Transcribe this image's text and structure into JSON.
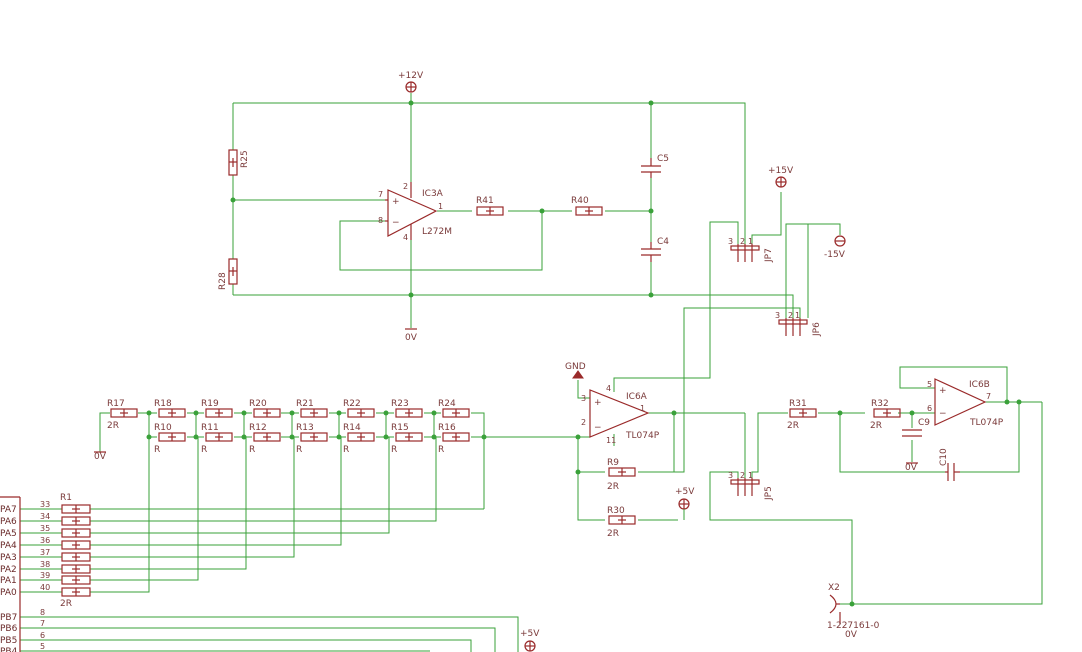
{
  "supplies": {
    "p12": "+12V",
    "p15": "+15V",
    "m15": "-15V",
    "p5a": "+5V",
    "p5b": "+5V",
    "gnd": "GND",
    "v0": "0V"
  },
  "ic3a": {
    "name": "IC3A",
    "value": "L272M",
    "pins": [
      "7",
      "8",
      "4",
      "2",
      "1"
    ]
  },
  "ic6a": {
    "name": "IC6A",
    "value": "TL074P",
    "pins": [
      "3",
      "2",
      "4",
      "11",
      "1"
    ]
  },
  "ic6b": {
    "name": "IC6B",
    "value": "TL074P",
    "pins": [
      "5",
      "6",
      "7"
    ]
  },
  "caps": {
    "c5": "C5",
    "c4": "C4",
    "c9": "C9",
    "c10": "C10"
  },
  "jumpers": {
    "jp7": "JP7",
    "jp6": "JP6",
    "jp5": "JP5",
    "pins": [
      "3",
      "2",
      "1"
    ]
  },
  "resistors": {
    "r25": "R25",
    "r28": "R28",
    "r41": "R41",
    "r40": "R40",
    "r9": "R9",
    "r9v": "2R",
    "r30": "R30",
    "r30v": "2R",
    "r31": "R31",
    "r31v": "2R",
    "r32": "R32",
    "r32v": "2R",
    "r17": "R17",
    "r17v": "2R",
    "r1": "R1",
    "r1v": "2R",
    "top": [
      "R18",
      "R19",
      "R20",
      "R21",
      "R22",
      "R23",
      "R24"
    ],
    "bot": [
      "R10",
      "R11",
      "R12",
      "R13",
      "R14",
      "R15",
      "R16"
    ],
    "botv": "R"
  },
  "connector": {
    "name": "X2",
    "value": "1-227161-0"
  },
  "pa": {
    "labels": [
      "PA7",
      "PA6",
      "PA5",
      "PA4",
      "PA3",
      "PA2",
      "PA1",
      "PA0"
    ],
    "pins": [
      "33",
      "34",
      "35",
      "36",
      "37",
      "38",
      "39",
      "40"
    ]
  },
  "pb": {
    "labels": [
      "PB7",
      "PB6",
      "PB5",
      "PB4"
    ],
    "pins": [
      "8",
      "7",
      "6",
      "5"
    ]
  }
}
